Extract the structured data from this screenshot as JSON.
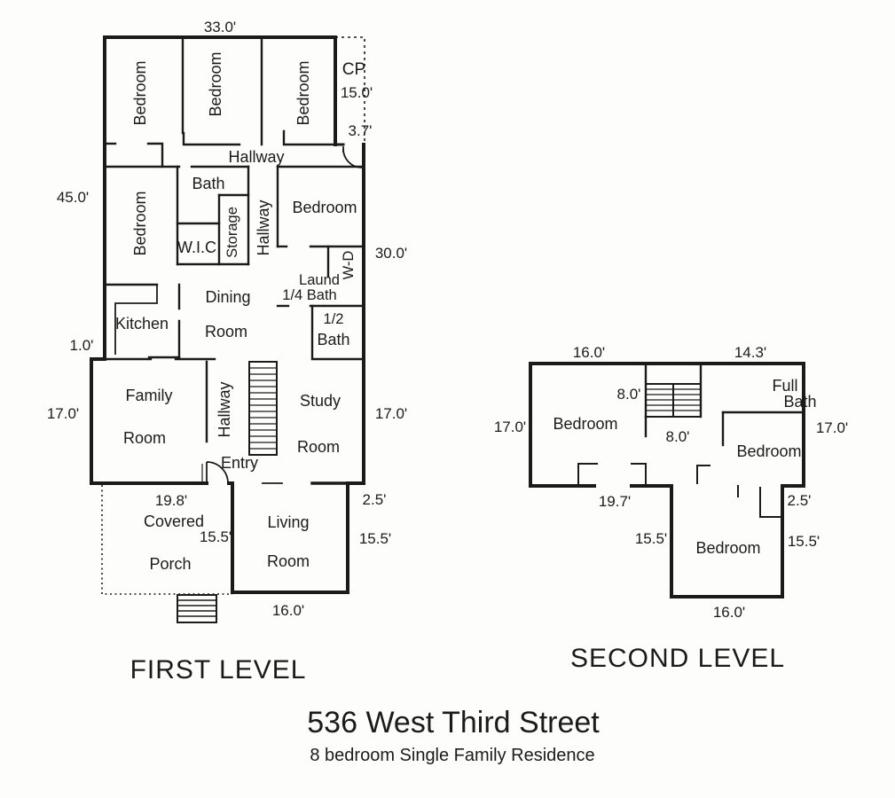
{
  "page": {
    "title_main": "536 West Third Street",
    "title_sub": "8 bedroom Single Family Residence"
  },
  "first_level": {
    "caption": "FIRST LEVEL",
    "rooms": {
      "bedroom_top_left": "Bedroom",
      "bedroom_top_center": "Bedroom",
      "bedroom_top_right": "Bedroom",
      "cp": "CP",
      "hallway_top": "Hallway",
      "bath": "Bath",
      "bedroom_mid_left": "Bedroom",
      "bedroom_mid_right": "Bedroom",
      "wic": "W.I.C",
      "storage": "Storage",
      "hallway_mid": "Hallway",
      "laundry": "Laund",
      "quarter_bath": "1/4 Bath",
      "washer_dryer": "W-D",
      "half_bath_line1": "1/2",
      "half_bath_line2": "Bath",
      "dining_line1": "Dining",
      "dining_line2": "Room",
      "kitchen": "Kitchen",
      "family_line1": "Family",
      "family_line2": "Room",
      "hallway_lower": "Hallway",
      "study_line1": "Study",
      "study_line2": "Room",
      "entry": "Entry",
      "living_line1": "Living",
      "living_line2": "Room",
      "covered_line1": "Covered",
      "covered_line2": "Porch"
    },
    "dims": {
      "top_width": "33.0'",
      "cp_depth": "15.0'",
      "cp_offset": "3.7'",
      "left_height": "45.0'",
      "right_mid": "30.0'",
      "left_jog": "1.0'",
      "family_height": "17.0'",
      "study_height": "17.0'",
      "porch_width": "19.8'",
      "porch_depth": "15.5'",
      "living_jog": "2.5'",
      "living_height": "15.5'",
      "living_width": "16.0'"
    }
  },
  "second_level": {
    "caption": "SECOND LEVEL",
    "rooms": {
      "bedroom_left": "Bedroom",
      "full_bath_line1": "Full",
      "full_bath_line2": "Bath",
      "bedroom_right": "Bedroom",
      "bedroom_bottom": "Bedroom"
    },
    "dims": {
      "top_left_width": "16.0'",
      "top_right_width": "14.3'",
      "left_height": "17.0'",
      "right_height": "17.0'",
      "stair_width_a": "8.0'",
      "stair_width_b": "8.0'",
      "bottom_left_width": "19.7'",
      "bedroom_left_height": "15.5'",
      "right_jog": "2.5'",
      "bedroom_right_height": "15.5'",
      "bottom_width": "16.0'"
    }
  }
}
